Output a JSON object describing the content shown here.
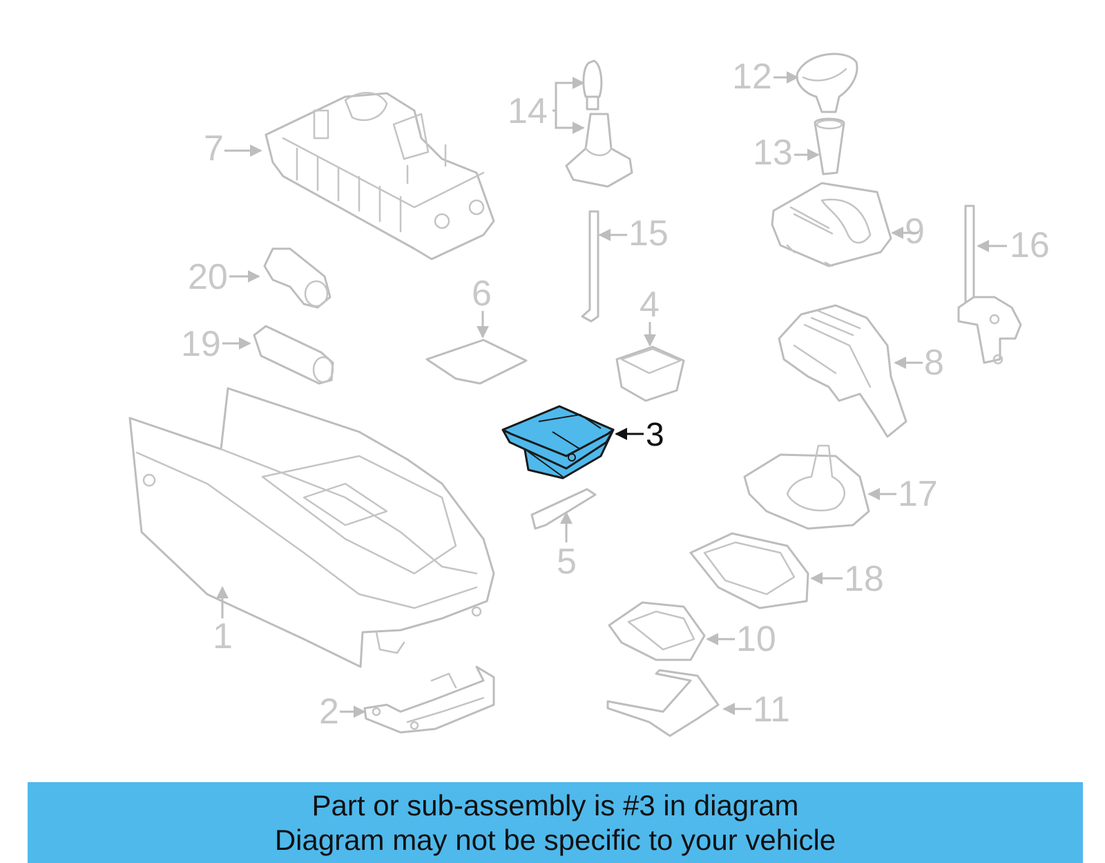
{
  "callouts": {
    "c1": "1",
    "c2": "2",
    "c3": "3",
    "c4": "4",
    "c5": "5",
    "c6": "6",
    "c7": "7",
    "c8": "8",
    "c9": "9",
    "c10": "10",
    "c11": "11",
    "c12": "12",
    "c13": "13",
    "c14": "14",
    "c15": "15",
    "c16": "16",
    "c17": "17",
    "c18": "18",
    "c19": "19",
    "c20": "20"
  },
  "banner": {
    "line1": "Part or sub-assembly is #3 in diagram",
    "line2": "Diagram may not be specific to your vehicle"
  },
  "colors": {
    "highlight": "#4fb9ec",
    "line_gray": "#bdbdbd",
    "text_gray": "#c8c8c8",
    "text_dark": "#111111"
  }
}
